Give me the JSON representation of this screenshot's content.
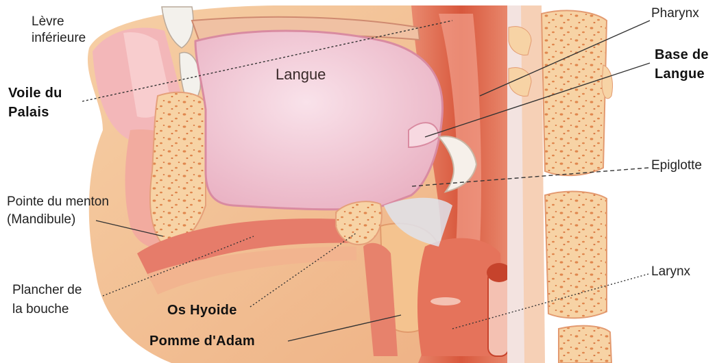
{
  "labels": {
    "levre_line1": "Lèvre",
    "levre_line2": "inférieure",
    "voile_line1": "Voile du",
    "voile_line2": "Palais",
    "langue": "Langue",
    "pharynx": "Pharynx",
    "base_line1": "Base de",
    "base_line2": "Langue",
    "epiglotte": "Epiglotte",
    "pointe_line1": "Pointe du menton",
    "pointe_line2": "(Mandibule)",
    "plancher_line1": "Plancher de",
    "plancher_line2": "la bouche",
    "hyoide": "Os Hyoide",
    "adam": "Pomme d'Adam",
    "larynx": "Larynx"
  },
  "colors": {
    "flesh": "#f1bd8f",
    "muscle": "#df6a4e",
    "muscle_dark": "#c6432c",
    "tongue": "#f3d2dc",
    "bone": "#f7d3a5",
    "bone_spot": "#e0864d",
    "pink_tissue": "#f2b2b6",
    "label_text": "#222222"
  }
}
